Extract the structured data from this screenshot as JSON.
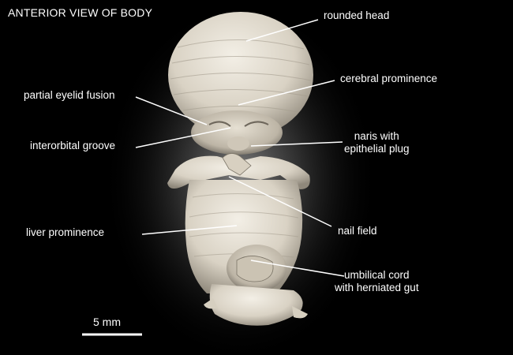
{
  "title": "ANTERIOR VIEW OF BODY",
  "labels": {
    "rounded_head": "rounded head",
    "cerebral_prominence": "cerebral prominence",
    "partial_eyelid_fusion": "partial eyelid fusion",
    "interorbital_groove": "interorbital groove",
    "naris_line1": "naris with",
    "naris_line2": "epithelial plug",
    "nail_field": "nail field",
    "liver_prominence": "liver prominence",
    "umbilical_line1": "umbilical cord",
    "umbilical_line2": "with herniated gut"
  },
  "scale_bar": {
    "label": "5 mm"
  },
  "colors": {
    "background": "#000000",
    "specimen": "#e4ded2",
    "text": "#ffffff",
    "leader_lines": "#ffffff"
  }
}
